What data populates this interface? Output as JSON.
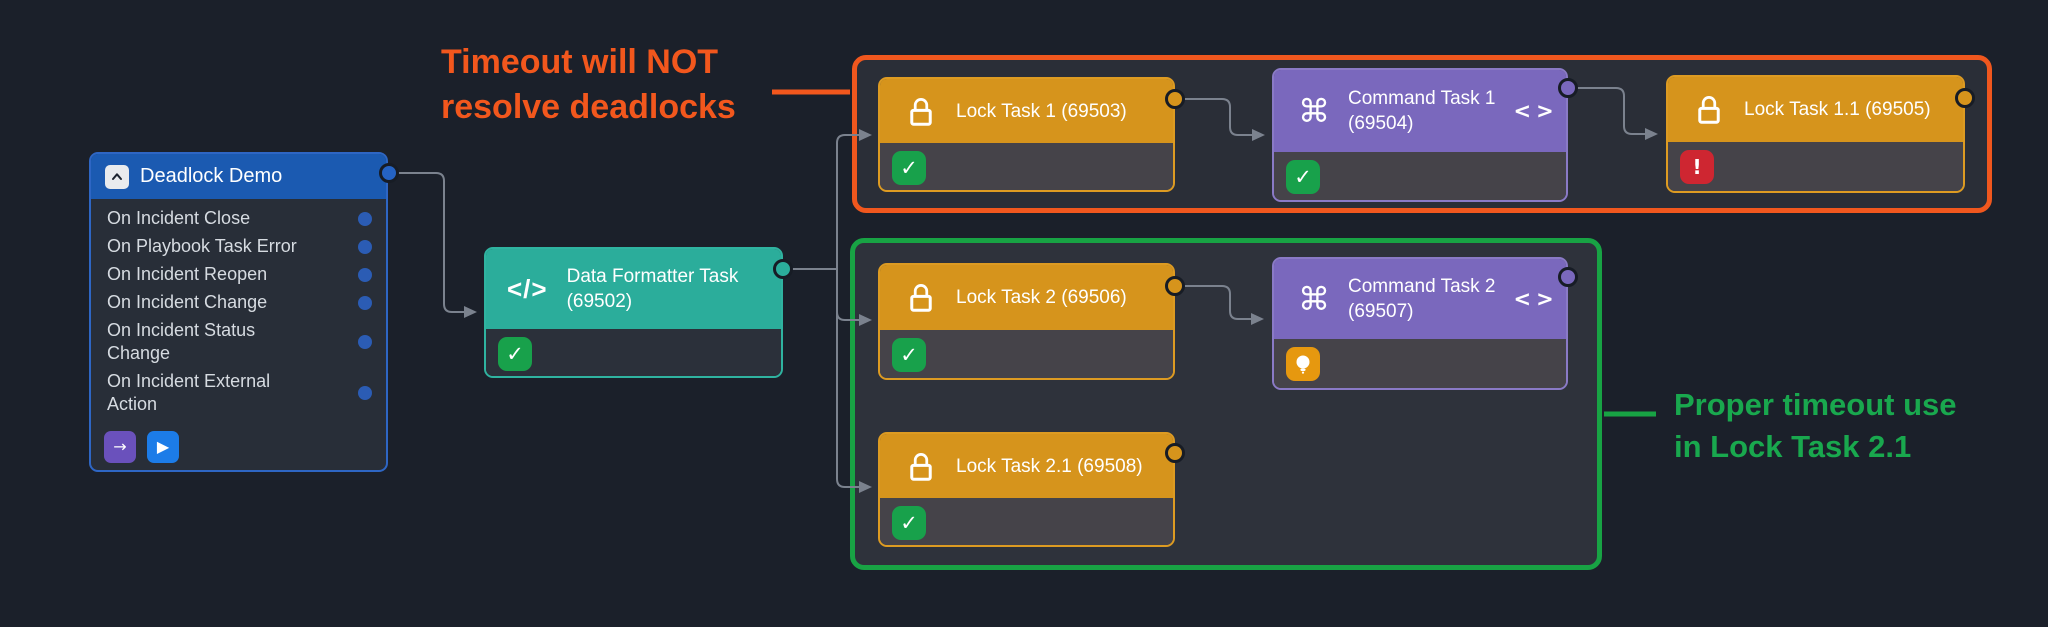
{
  "annotations": {
    "timeout": {
      "line1": "Timeout will NOT",
      "line2": "resolve deadlocks",
      "color": "#f2571d"
    },
    "proper": {
      "line1": "Proper timeout use",
      "line2": "in Lock Task 2.1",
      "color": "#19a84e"
    }
  },
  "trigger": {
    "title": "Deadlock Demo",
    "icon": "chevron-up-icon",
    "items": [
      "On Incident Close",
      "On Playbook Task Error",
      "On Incident Reopen",
      "On Incident Change",
      "On Incident Status Change",
      "On Incident External Action"
    ]
  },
  "nodes": {
    "data_formatter": {
      "title": "Data Formatter Task",
      "subtitle": "(69502)",
      "icon": "code-icon",
      "status": "success"
    },
    "lock1": {
      "title": "Lock Task 1 (69503)",
      "icon": "lock-icon",
      "status": "success"
    },
    "command1": {
      "title": "Command Task 1",
      "subtitle": "(69504)",
      "icon": "command-icon",
      "status": "success"
    },
    "lock11": {
      "title": "Lock Task 1.1 (69505)",
      "icon": "lock-icon",
      "status": "error"
    },
    "lock2": {
      "title": "Lock Task 2 (69506)",
      "icon": "lock-icon",
      "status": "success"
    },
    "command2": {
      "title": "Command Task 2",
      "subtitle": "(69507)",
      "icon": "command-icon",
      "status": "hint"
    },
    "lock21": {
      "title": "Lock Task 2.1 (69508)",
      "icon": "lock-icon",
      "status": "success"
    }
  },
  "glyphs": {
    "arrow_right": "→",
    "play": "▶",
    "check": "✓",
    "exclamation": "!",
    "command": "⌘",
    "code": "</>",
    "code_chevrons": "<>"
  },
  "colors": {
    "background": "#1b202a",
    "edge": "#7b828e",
    "orange_group_border": "#f0571e",
    "green_group_border": "#18a344",
    "lock_header": "#d6941c",
    "command_header": "#7a68bd",
    "formatter_header": "#2bad9b",
    "trigger_header": "#1b5ab1",
    "status_success": "#18a14b",
    "status_error": "#ce2631",
    "status_hint": "#e6980f",
    "port_blue": "#2563c4"
  }
}
